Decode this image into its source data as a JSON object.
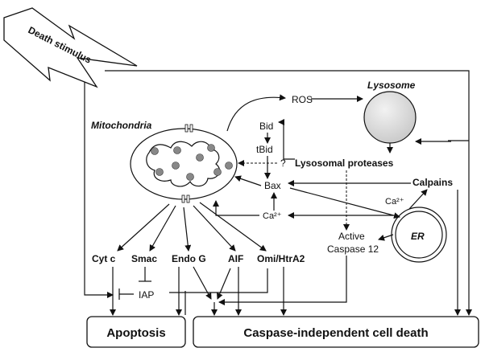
{
  "labels": {
    "death_stimulus": "Death stimulus",
    "mitochondria": "Mitochondria",
    "lysosome": "Lysosome",
    "ros": "ROS",
    "bid": "Bid",
    "tbid": "tBid",
    "question": "?",
    "lysosomal_proteases": "Lysosomal proteases",
    "bax": "Bax",
    "calpains": "Calpains",
    "ca_er": "Ca²⁺",
    "ca_center": "Ca²⁺",
    "er": "ER",
    "active_caspase": "Active",
    "caspase12": "Caspase 12",
    "cyt_c": "Cyt c",
    "smac": "Smac",
    "endo_g": "Endo G",
    "aif": "AIF",
    "omi": "Omi/HtrA2",
    "iap": "IAP",
    "apoptosis": "Apoptosis",
    "caspase_independent": "Caspase-independent cell death"
  }
}
